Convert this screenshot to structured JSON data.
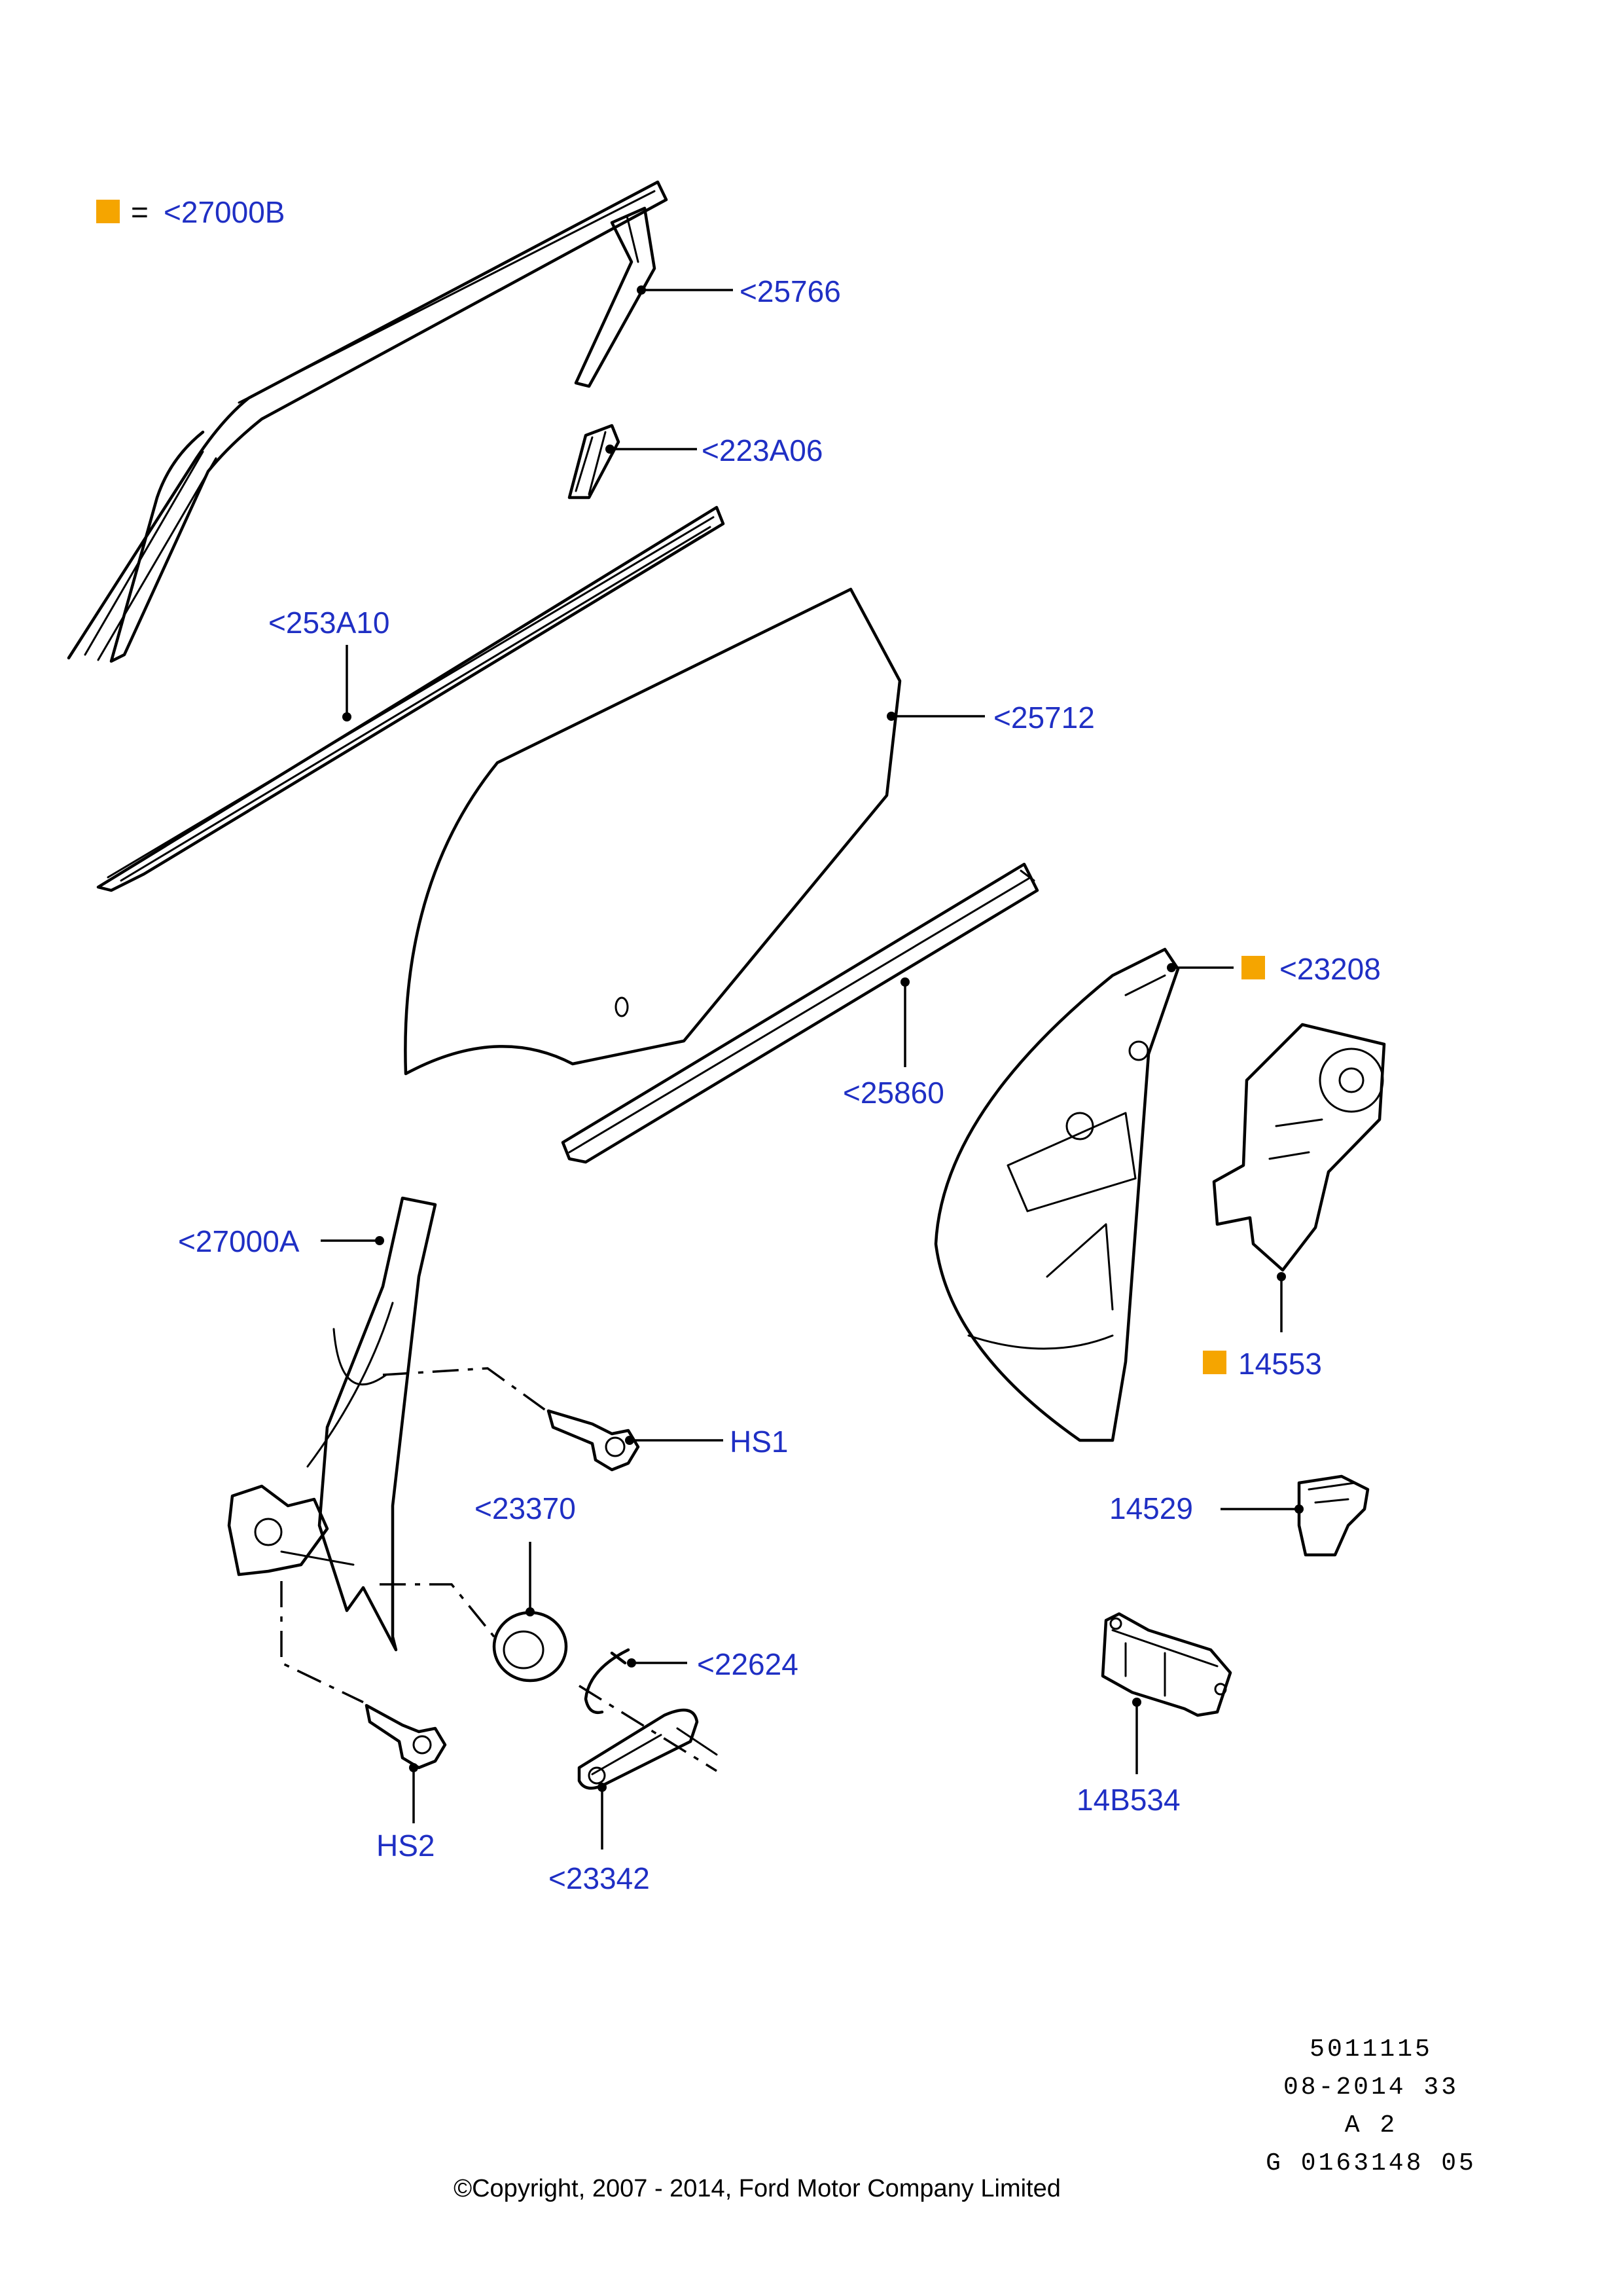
{
  "legend": {
    "marker_color": "#f5a500",
    "symbol": "=",
    "label": "<27000B"
  },
  "callouts": [
    {
      "id": "c-25766",
      "label": "<25766",
      "marked": false
    },
    {
      "id": "c-223A06",
      "label": "<223A06",
      "marked": false
    },
    {
      "id": "c-253A10",
      "label": "<253A10",
      "marked": false
    },
    {
      "id": "c-25712",
      "label": "<25712",
      "marked": false
    },
    {
      "id": "c-25860",
      "label": "<25860",
      "marked": false
    },
    {
      "id": "c-23208",
      "label": "<23208",
      "marked": true
    },
    {
      "id": "c-14553",
      "label": "14553",
      "marked": true
    },
    {
      "id": "c-27000A",
      "label": "<27000A",
      "marked": false
    },
    {
      "id": "c-HS1",
      "label": "HS1",
      "marked": false
    },
    {
      "id": "c-23370",
      "label": "<23370",
      "marked": false
    },
    {
      "id": "c-22624",
      "label": "<22624",
      "marked": false
    },
    {
      "id": "c-14529",
      "label": "14529",
      "marked": false
    },
    {
      "id": "c-HS2",
      "label": "HS2",
      "marked": false
    },
    {
      "id": "c-23342",
      "label": "<23342",
      "marked": false
    },
    {
      "id": "c-14B534",
      "label": "14B534",
      "marked": false
    }
  ],
  "info_block": [
    "5011115",
    "08-2014 33",
    "A 2",
    "G 0163148 05"
  ],
  "copyright": "©Copyright, 2007 - 2014, Ford Motor Company Limited",
  "colors": {
    "callout_text": "#1f2fc4",
    "marker": "#f5a500",
    "line": "#000000"
  }
}
